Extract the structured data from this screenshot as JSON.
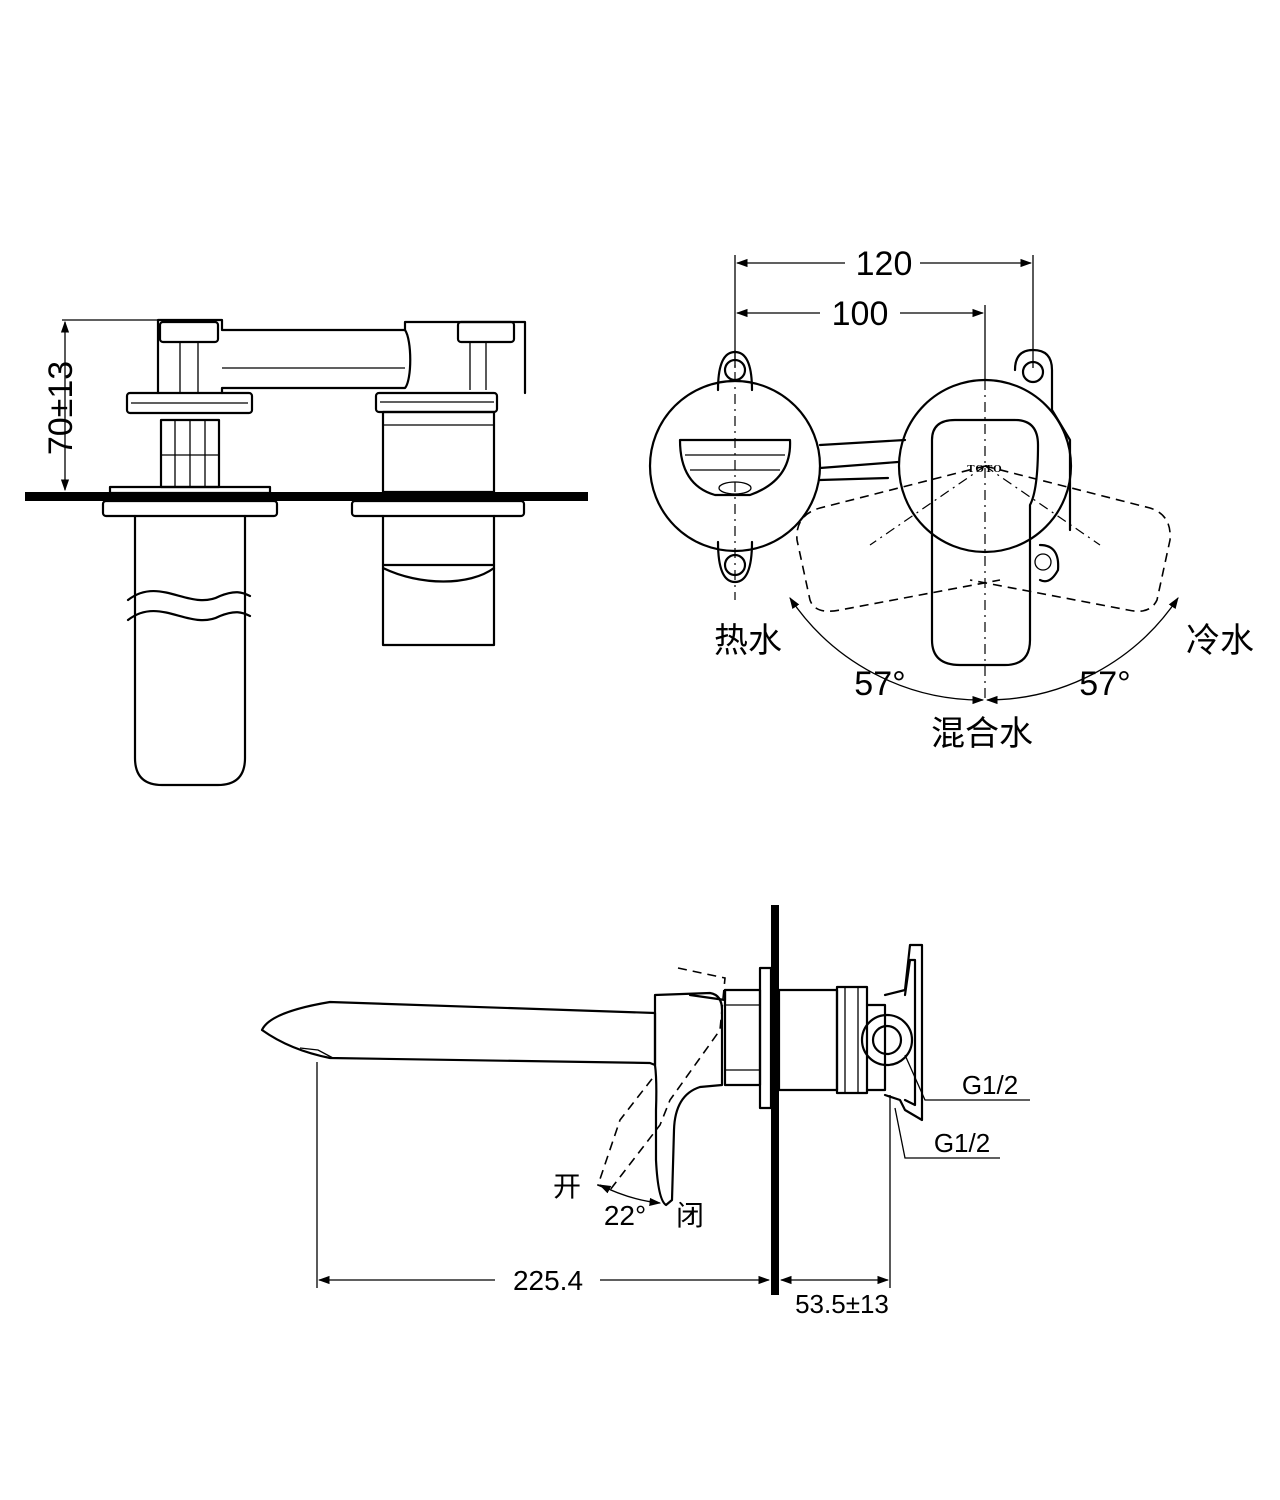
{
  "front_view": {
    "dim_height": "70±13"
  },
  "top_view": {
    "dim_outer": "120",
    "dim_inner": "100",
    "label_hot": "热水",
    "label_cold": "冷水",
    "label_mixed": "混合水",
    "angle_left": "57°",
    "angle_right": "57°",
    "logo": "TOTO"
  },
  "side_view": {
    "label_open": "开",
    "label_close": "闭",
    "angle_handle": "22°",
    "label_g_upper": "G1/2",
    "label_g_lower": "G1/2",
    "dim_spout": "225.4",
    "dim_body": "53.5±13"
  }
}
